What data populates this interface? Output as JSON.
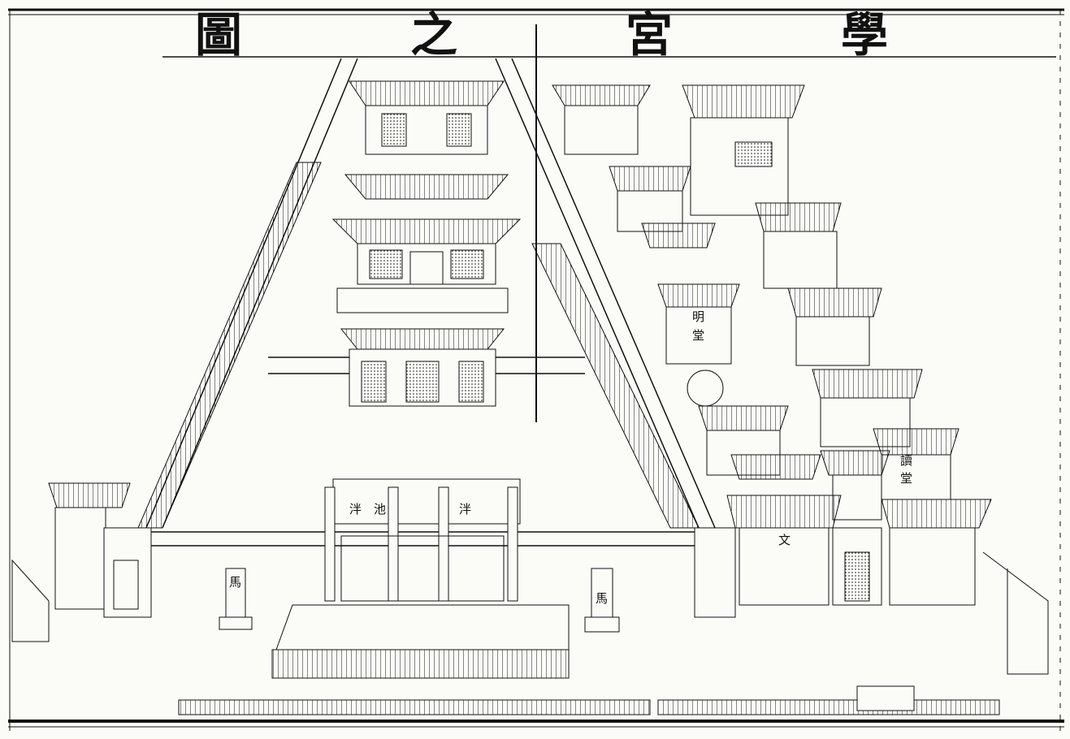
{
  "title": {
    "chars": [
      "圖",
      "之",
      "宮",
      "學"
    ]
  },
  "labels": {
    "pan_left": "泮",
    "pan_right": "池",
    "pan_sign": "泮",
    "ma_left": "馬",
    "ma_right": "馬",
    "zhi_tang": "明",
    "zhi_tang2": "堂",
    "wen": "文",
    "du_tang": "讀",
    "du_tang2": "堂"
  },
  "colors": {
    "ink": "#111111",
    "paper": "#fbfbf8"
  }
}
